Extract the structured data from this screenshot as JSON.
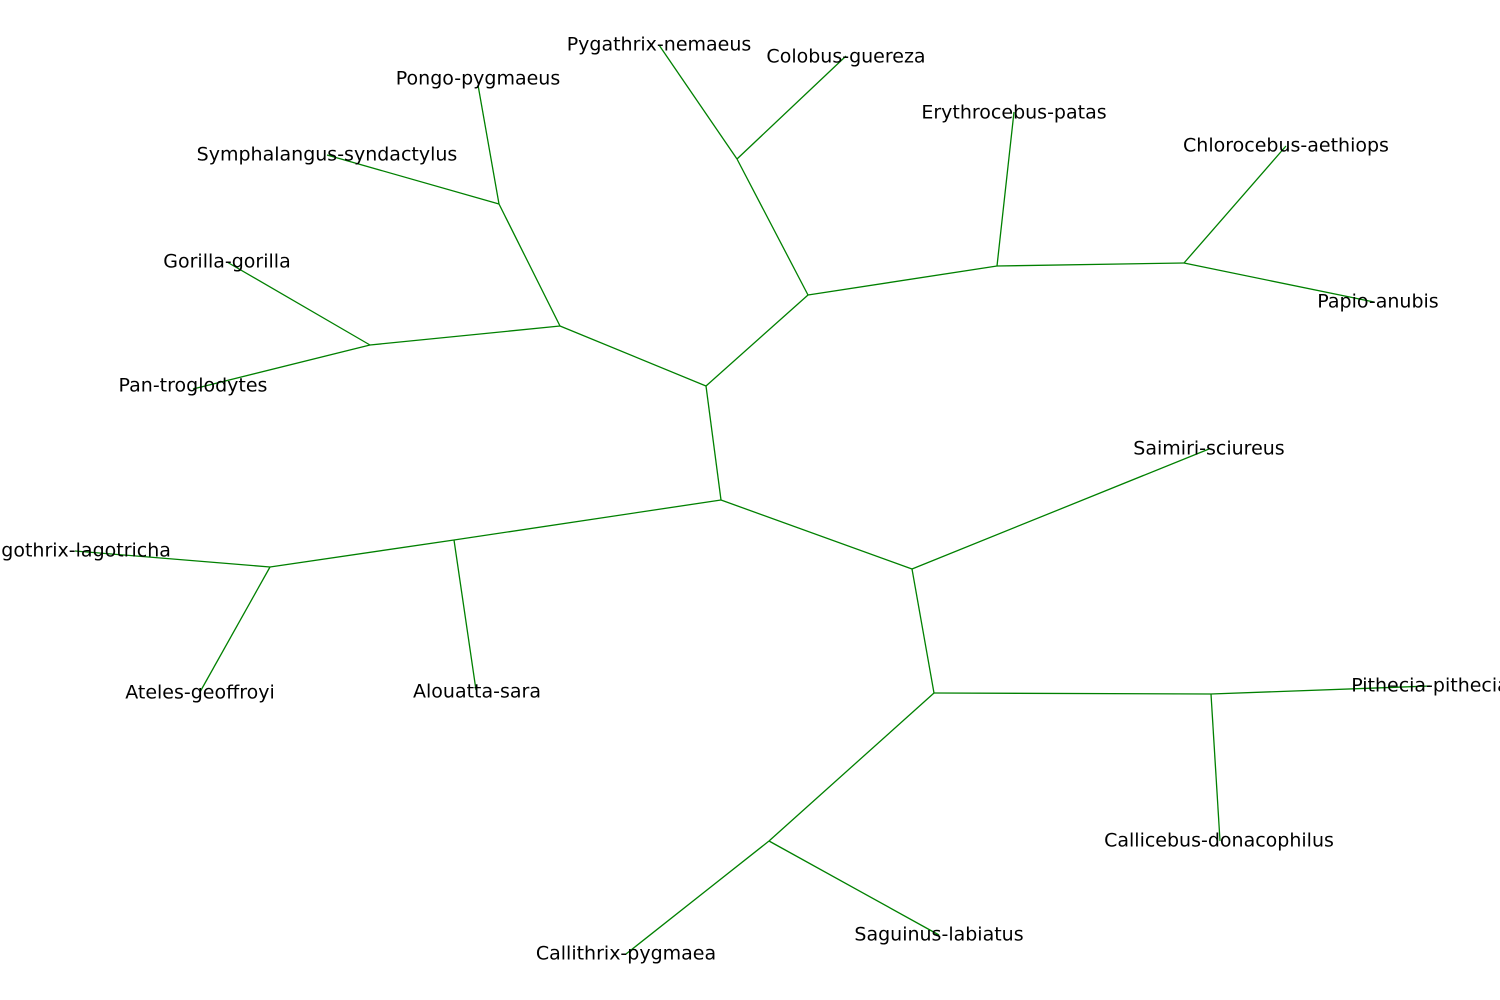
{
  "tree": {
    "branch_color": "#008000",
    "label_color": "#000000",
    "leaves": {
      "pygathrix": "Pygathrix-nemaeus",
      "colobus": "Colobus-guereza",
      "pongo": "Pongo-pygmaeus",
      "erythrocebus": "Erythrocebus-patas",
      "chlorocebus": "Chlorocebus-aethiops",
      "symphalangus": "Symphalangus-syndactylus",
      "gorilla": "Gorilla-gorilla",
      "papio": "Papio-anubis",
      "pan": "Pan-troglodytes",
      "saimiri": "Saimiri-sciureus",
      "lagothrix": "Lagothrix-lagotricha",
      "pithecia": "Pithecia-pithecia",
      "ateles": "Ateles-geoffroyi",
      "alouatta": "Alouatta-sara",
      "callicebus": "Callicebus-donacophilus",
      "saguinus": "Saguinus-labiatus",
      "callithrix": "Callithrix-pygmaea"
    }
  }
}
